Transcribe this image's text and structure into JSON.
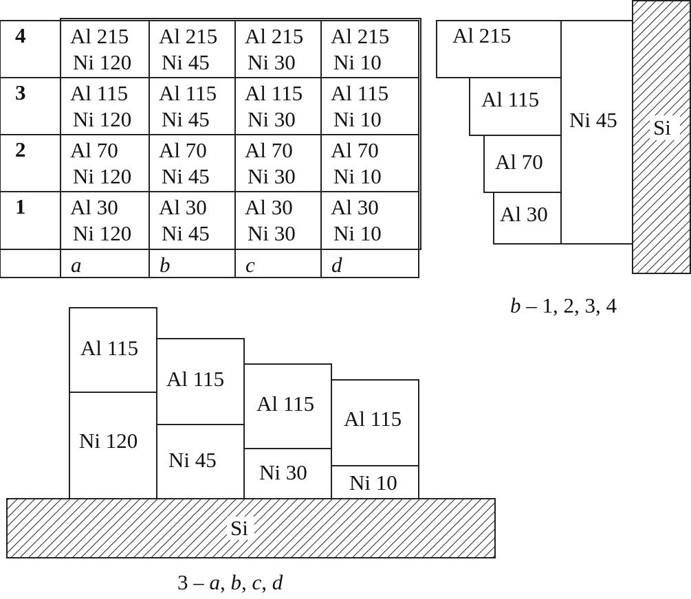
{
  "table": {
    "rows": [
      {
        "label": "4",
        "cells": [
          [
            "Al 215",
            "Ni 120"
          ],
          [
            "Al 215",
            "Ni 45"
          ],
          [
            "Al 215",
            "Ni 30"
          ],
          [
            "Al 215",
            "Ni 10"
          ]
        ]
      },
      {
        "label": "3",
        "cells": [
          [
            "Al 115",
            "Ni 120"
          ],
          [
            "Al 115",
            "Ni 45"
          ],
          [
            "Al 115",
            "Ni 30"
          ],
          [
            "Al 115",
            "Ni 10"
          ]
        ]
      },
      {
        "label": "2",
        "cells": [
          [
            "Al 70",
            "Ni 120"
          ],
          [
            "Al 70",
            "Ni 45"
          ],
          [
            "Al 70",
            "Ni 30"
          ],
          [
            "Al 70",
            "Ni 10"
          ]
        ]
      },
      {
        "label": "1",
        "cells": [
          [
            "Al 30",
            "Ni 120"
          ],
          [
            "Al 30",
            "Ni 45"
          ],
          [
            "Al 30",
            "Ni 30"
          ],
          [
            "Al 30",
            "Ni 10"
          ]
        ]
      }
    ],
    "columns": [
      "a",
      "b",
      "c",
      "d"
    ]
  },
  "side_view": {
    "al_layers": [
      "Al 215",
      "Al 115",
      "Al 70",
      "Al 30"
    ],
    "ni_layer": "Ni 45",
    "substrate": "Si",
    "caption": {
      "variant": "b",
      "sep": " – ",
      "rows": "1, 2, 3, 4"
    }
  },
  "bottom_view": {
    "stacks": [
      {
        "al": "Al 115",
        "ni": "Ni 120"
      },
      {
        "al": "Al 115",
        "ni": "Ni 45"
      },
      {
        "al": "Al 115",
        "ni": "Ni 30"
      },
      {
        "al": "Al 115",
        "ni": "Ni 10"
      }
    ],
    "substrate": "Si",
    "caption": {
      "row": "3",
      "sep": " – ",
      "cols": [
        "a",
        "b",
        "c",
        "d"
      ],
      "comma": ", "
    }
  }
}
